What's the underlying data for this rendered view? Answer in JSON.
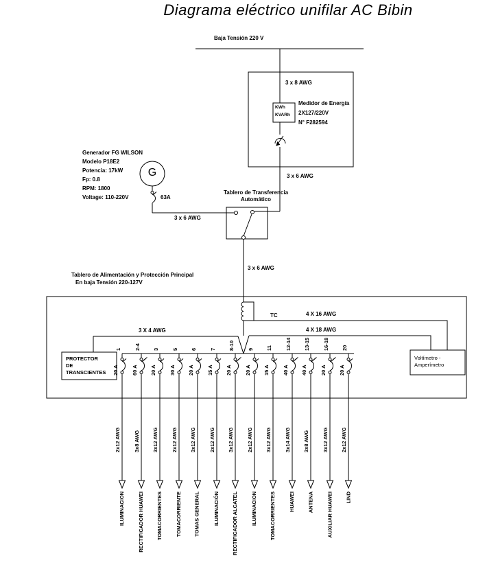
{
  "title": "Diagrama eléctrico unifilar AC Bibin",
  "colors": {
    "line": "#000000",
    "background": "#ffffff"
  },
  "service": {
    "label": "Baja Tensión 220 V",
    "feeder_awg": "3 x 8 AWG"
  },
  "meter": {
    "register_line1": "KWh",
    "register_line2": "KVARh",
    "name": "Medidor de Energía",
    "rating": "2X127/220V",
    "serial": "N° F282594",
    "output_awg": "3 x 6 AWG"
  },
  "generator": {
    "info_lines": [
      "Generador FG WILSON",
      "Modelo  P18E2",
      "Potencia: 17kW",
      "Fp: 0.8",
      "RPM: 1800",
      "Voltage: 110-220V"
    ],
    "symbol": "G",
    "breaker_rating": "63A",
    "feeder_awg": "3 x 6 AWG"
  },
  "transfer_switch": {
    "title_line1": "Tablero de Transferencia",
    "title_line2": "Automático",
    "output_awg": "3 x 6 AWG"
  },
  "panel": {
    "title_line1": "Tablero de Alimentación y Protección Principal",
    "title_line2": "En baja Tensión 220-127V",
    "ct_label": "TC",
    "ct_secondary_awg": "4 X 16 AWG",
    "voltmeter_feed_awg": "4 X 18 AWG",
    "protector_feed_awg": "3 X 4 AWG",
    "protector_line1": "PROTECTOR",
    "protector_line2": "DE",
    "protector_line3": "TRANSCIENTES",
    "voltmeter_line1": "Voltímetro -",
    "voltmeter_line2": "Amperímetro",
    "breakers": [
      {
        "number": "1",
        "rating": "20 A",
        "wire": "2x12 AWG",
        "load": "ILUMINACION"
      },
      {
        "number": "2-4",
        "rating": "60 A",
        "wire": "3x8 AWG",
        "load": "RECTIFICADOR HUAWEI"
      },
      {
        "number": "3",
        "rating": "20 A",
        "wire": "3x12 AWG",
        "load": "TOMACORRIENTES"
      },
      {
        "number": "5",
        "rating": "30 A",
        "wire": "2x12 AWG",
        "load": "TOMACORRIENTE"
      },
      {
        "number": "6",
        "rating": "20 A",
        "wire": "3x12 AWG",
        "load": "TOMAS GENERAL"
      },
      {
        "number": "7",
        "rating": "15 A",
        "wire": "2x12 AWG",
        "load": "ILUMINACIÓN"
      },
      {
        "number": "8-10",
        "rating": "20 A",
        "wire": "3x12 AWG",
        "load": "RECTIFICADOR ALCATEL"
      },
      {
        "number": "9",
        "rating": "20 A",
        "wire": "2x12 AWG",
        "load": "ILUMINACION"
      },
      {
        "number": "11",
        "rating": "15 A",
        "wire": "3x12 AWG",
        "load": "TOMACORRIENTES"
      },
      {
        "number": "12-14",
        "rating": "40 A",
        "wire": "3x14 AWG",
        "load": "HUAWEI"
      },
      {
        "number": "13-15",
        "rating": "40 A",
        "wire": "3x8 AWG",
        "load": "ANTENA"
      },
      {
        "number": "16-18",
        "rating": "20 A",
        "wire": "3x12 AWG",
        "load": "AUXILIAR HUAWEI"
      },
      {
        "number": "20",
        "rating": "20 A",
        "wire": "2x12 AWG",
        "load": "LIND"
      }
    ]
  }
}
